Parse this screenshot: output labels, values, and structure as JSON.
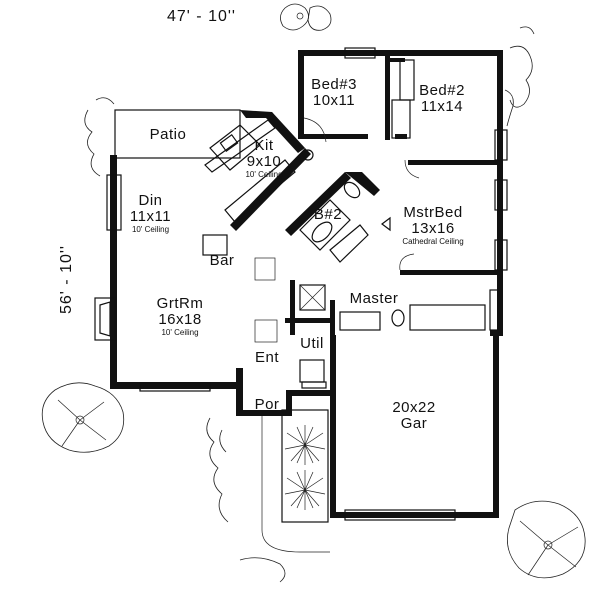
{
  "dimensions": {
    "width": "47' - 10''",
    "depth": "56' - 10''"
  },
  "rooms": {
    "patio": {
      "name": "Patio"
    },
    "kitchen": {
      "name": "Kit",
      "size": "9x10",
      "note": "10' Ceiling"
    },
    "dining": {
      "name": "Din",
      "size": "11x11",
      "note": "10' Ceiling"
    },
    "bed3": {
      "name": "Bed#3",
      "size": "10x11"
    },
    "bed2": {
      "name": "Bed#2",
      "size": "11x14"
    },
    "bath2": {
      "name": "B#2"
    },
    "master_bed": {
      "name": "MstrBed",
      "size": "13x16",
      "note": "Cathedral Ceiling"
    },
    "bar": {
      "name": "Bar"
    },
    "great_room": {
      "name": "GrtRm",
      "size": "16x18",
      "note": "10' Ceiling"
    },
    "master_bath": {
      "name": "Master"
    },
    "utility": {
      "name": "Util"
    },
    "entry": {
      "name": "Ent"
    },
    "porch": {
      "name": "Por"
    },
    "garage": {
      "size": "20x22",
      "name": "Gar"
    }
  }
}
